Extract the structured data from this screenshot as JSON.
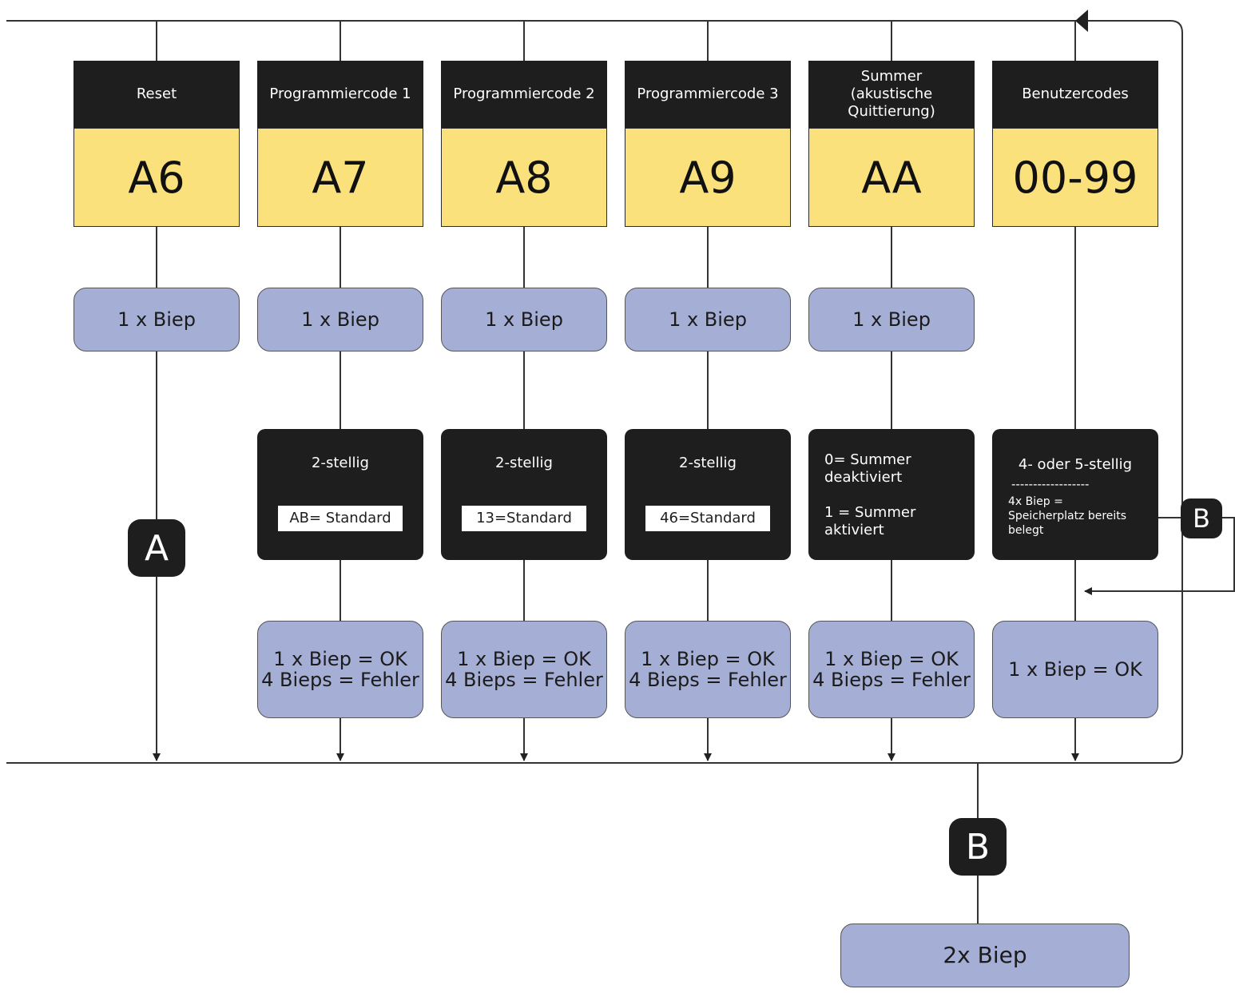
{
  "columns": [
    {
      "title": "Reset",
      "code": "A6",
      "beep": "1 x Biep"
    },
    {
      "title": "Programmiercode 1",
      "code": "A7",
      "beep": "1 x Biep",
      "desc": "2-stellig",
      "standard": "AB= Standard",
      "result_line1": "1 x Biep = OK",
      "result_line2": "4 Bieps = Fehler"
    },
    {
      "title": "Programmiercode 2",
      "code": "A8",
      "beep": "1 x Biep",
      "desc": "2-stellig",
      "standard": "13=Standard",
      "result_line1": "1 x Biep = OK",
      "result_line2": "4 Bieps = Fehler"
    },
    {
      "title": "Programmiercode 3",
      "code": "A9",
      "beep": "1 x Biep",
      "desc": "2-stellig",
      "standard": "46=Standard",
      "result_line1": "1 x Biep = OK",
      "result_line2": "4 Bieps = Fehler"
    },
    {
      "title_line1": "Summer",
      "title_line2": "(akustische",
      "title_line3": "Quittierung)",
      "code": "AA",
      "beep": "1 x Biep",
      "option_line1": "0= Summer",
      "option_line2": "deaktiviert",
      "option_line3": "1 = Summer",
      "option_line4": "aktiviert",
      "result_line1": "1 x Biep = OK",
      "result_line2": "4 Bieps = Fehler"
    },
    {
      "title": "Benutzercodes",
      "code": "00-99",
      "desc": "4- oder 5-stellig",
      "divider": "------------------",
      "note_line1": "4x Biep =",
      "note_line2": "Speicherplatz bereits",
      "note_line3": "belegt",
      "result": "1 x Biep = OK"
    }
  ],
  "connectors": {
    "a": "A",
    "b_side": "B",
    "b_bottom": "B"
  },
  "final_beep": "2x Biep"
}
